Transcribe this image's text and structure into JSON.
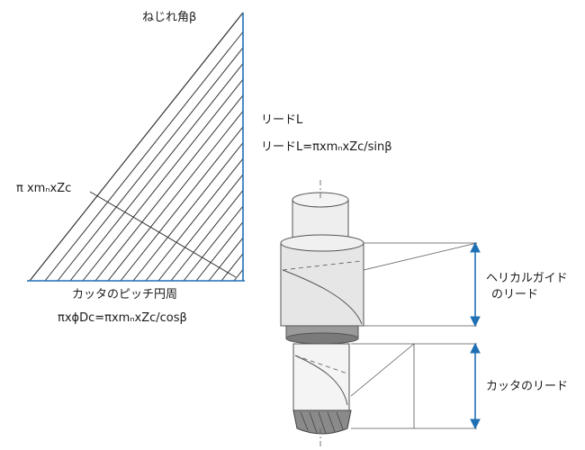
{
  "labels": {
    "twist_angle": "ねじれ角β",
    "lead_l": "リードL",
    "lead_formula": "リードL=πxmₙxZc/sinβ",
    "pi_mn_zc": "π xmₙxZc",
    "cutter_pitch_circle": "カッタのピッチ円周",
    "pitch_formula": "πxϕDc=πxmₙxZc/cosβ",
    "helical_guide_lead_line1": "ヘリカルガイド",
    "helical_guide_lead_line2": "のリード",
    "cutter_lead": "カッタのリード"
  },
  "colors": {
    "baseline_blue": "#1f6fb5",
    "arrow_blue": "#1f6fb5",
    "line": "#333333",
    "body_fill": "#e6e6e6",
    "band_fill": "#9a9a9a",
    "band_dark": "#7a7a7a"
  }
}
